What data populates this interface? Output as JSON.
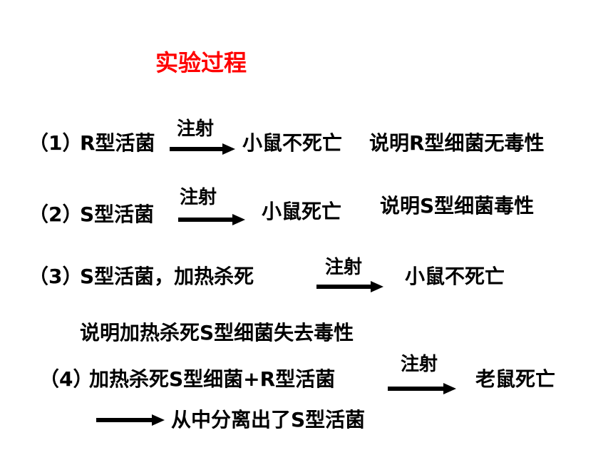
{
  "title": "实验过程",
  "colors": {
    "title": "#ff0000",
    "text": "#000000",
    "background": "#ffffff"
  },
  "steps": [
    {
      "number": "（1）",
      "subject": "R型活菌",
      "arrow_label": "注射",
      "result": "小鼠不死亡",
      "conclusion": "说明R型细菌无毒性"
    },
    {
      "number": "（2）",
      "subject": "S型活菌",
      "arrow_label": "注射",
      "result": "小鼠死亡",
      "conclusion": "说明S型细菌毒性"
    },
    {
      "number": "（3）",
      "subject": "S型活菌，加热杀死",
      "arrow_label": "注射",
      "result": "小鼠不死亡",
      "conclusion": "说明加热杀死S型细菌失去毒性"
    },
    {
      "number": "（4）",
      "subject": "加热杀死S型细菌+R型活菌",
      "arrow_label": "注射",
      "result": "老鼠死亡",
      "conclusion": "从中分离出了S型活菌"
    }
  ]
}
